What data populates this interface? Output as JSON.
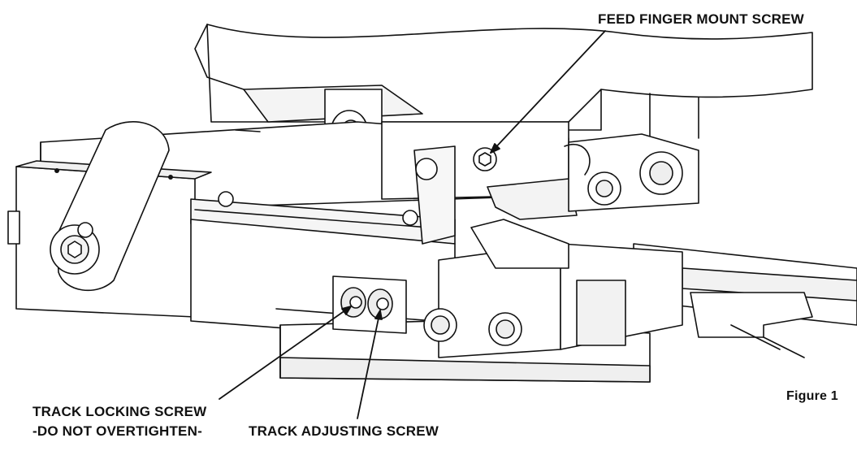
{
  "diagram": {
    "callouts": {
      "feed_finger_mount_screw": "FEED FINGER MOUNT SCREW",
      "track_locking_screw": "TRACK LOCKING SCREW",
      "track_locking_warning": "-DO NOT OVERTIGHTEN-",
      "track_adjusting_screw": "TRACK ADJUSTING SCREW"
    },
    "figure_label": "Figure 1",
    "colors": {
      "line": "#111111",
      "fill": "#ffffff",
      "shade": "#e6e6e6"
    }
  }
}
